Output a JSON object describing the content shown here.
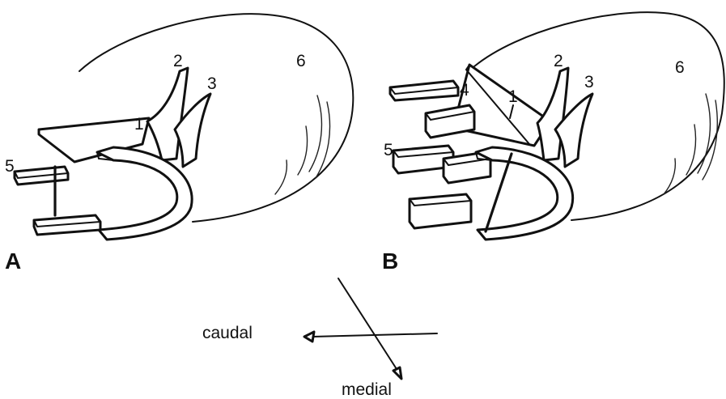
{
  "panels": [
    {
      "letter": "A",
      "structure_labels": [
        "1",
        "2",
        "3",
        "5",
        "6"
      ]
    },
    {
      "letter": "B",
      "structure_labels": [
        "1",
        "2",
        "3",
        "4",
        "5",
        "6"
      ]
    }
  ],
  "orientation": {
    "caudal_label": "caudal",
    "medial_label": "medial"
  },
  "colors": {
    "ink": "#111111",
    "background": "#ffffff"
  }
}
